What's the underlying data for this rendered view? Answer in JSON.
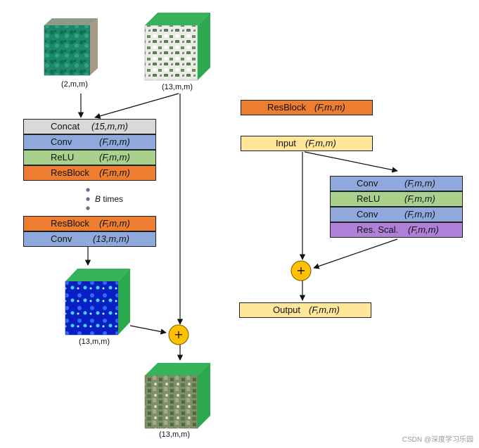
{
  "colors": {
    "gray": "#d9d9d9",
    "blue": "#8fa9dc",
    "green": "#a9d18e",
    "orange": "#ed7d31",
    "yellow": "#ffe699",
    "purple": "#b07fd8",
    "plus_circle": "#ffc000",
    "cube_side": "#2ca94e"
  },
  "left_network": {
    "inputs": {
      "input1_dims": "(2,m,m)",
      "input2_dims": "(13,m,m)"
    },
    "block1": [
      {
        "name": "Concat",
        "dims": "(15,m,m)",
        "color": "gray"
      },
      {
        "name": "Conv",
        "dims": "(F,m,m)",
        "color": "blue"
      },
      {
        "name": "ReLU",
        "dims": "(F,m,m)",
        "color": "green"
      },
      {
        "name": "ResBlock",
        "dims": "(F,m,m)",
        "color": "orange"
      }
    ],
    "repeat_label": "B times",
    "block2": [
      {
        "name": "ResBlock",
        "dims": "(F,m,m)",
        "color": "orange"
      },
      {
        "name": "Conv",
        "dims": "(13,m,m)",
        "color": "blue"
      }
    ],
    "residual_dims": "(13,m,m)",
    "plus_symbol": "+",
    "output_dims": "(13,m,m)"
  },
  "resblock_detail": {
    "title": {
      "name": "ResBlock",
      "dims": "(F,m,m)"
    },
    "input": {
      "name": "Input",
      "dims": "(F,m,m)"
    },
    "layers": [
      {
        "name": "Conv",
        "dims": "(F,m,m)",
        "color": "blue"
      },
      {
        "name": "ReLU",
        "dims": "(F,m,m)",
        "color": "green"
      },
      {
        "name": "Conv",
        "dims": "(F,m,m)",
        "color": "blue"
      },
      {
        "name": "Res. Scal.",
        "dims": "(F,m,m)",
        "color": "purple"
      }
    ],
    "plus_symbol": "+",
    "output": {
      "name": "Output",
      "dims": "(F,m,m)"
    }
  },
  "watermark": "CSDN @深度学习乐园"
}
